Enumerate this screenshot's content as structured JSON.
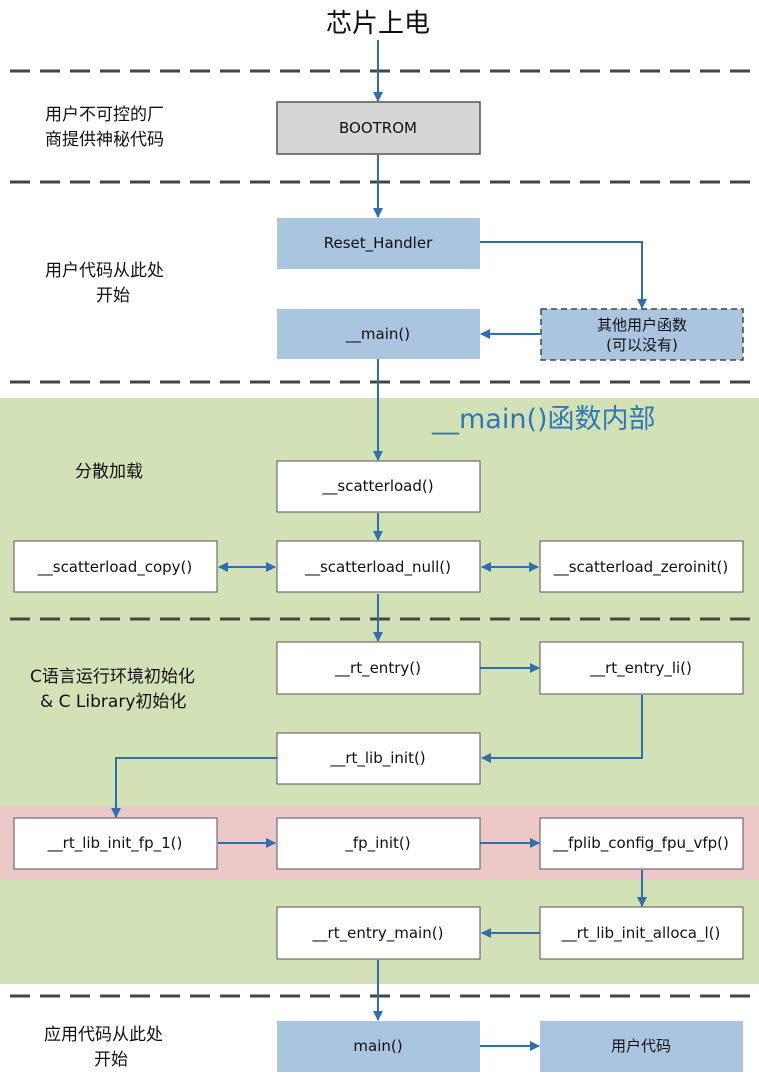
{
  "colors": {
    "arrow": "#2e6fb0",
    "green_bg": "#d3e2b6",
    "pink_bg": "#ecc8c8",
    "blue_box": "#a9c5e0",
    "gray_box": "#d6d6d6",
    "main_title": "#2e78b6"
  },
  "title": "芯片上电",
  "section_labels": {
    "vendor_1": "用户不可控的厂",
    "vendor_2": "商提供神秘代码",
    "user_start_1": "用户代码从此处",
    "user_start_2": "开始",
    "scatter": "分散加载",
    "crt_1": "C语言运行环境初始化",
    "crt_2": "& C Library初始化",
    "app_start_1": "应用代码从此处",
    "app_start_2": "开始"
  },
  "main_inner_title": "__main()函数内部",
  "boxes": {
    "bootrom": "BOOTROM",
    "reset_handler": "Reset_Handler",
    "main_entry": "__main()",
    "other_user_1": "其他用户函数",
    "other_user_2": "(可以没有)",
    "scatterload": "__scatterload()",
    "scatterload_copy": "__scatterload_copy()",
    "scatterload_null": "__scatterload_null()",
    "scatterload_zeroinit": "__scatterload_zeroinit()",
    "rt_entry": "__rt_entry()",
    "rt_entry_li": "__rt_entry_li()",
    "rt_lib_init": "__rt_lib_init()",
    "rt_lib_init_fp_1": "__rt_lib_init_fp_1()",
    "fp_init": "_fp_init()",
    "fplib_config": "__fplib_config_fpu_vfp()",
    "rt_entry_main": "__rt_entry_main()",
    "rt_lib_init_alloca": "__rt_lib_init_alloca_l()",
    "user_main": "main()",
    "user_code": "用户代码"
  }
}
